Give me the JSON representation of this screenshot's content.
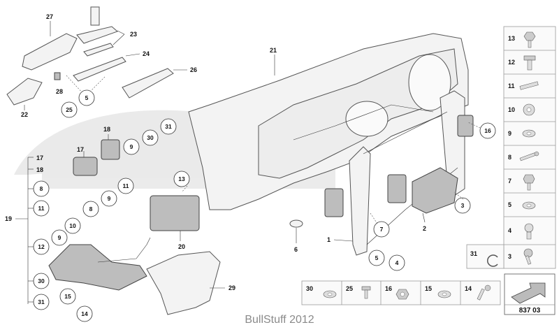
{
  "footer_text": "BullStuff 2012",
  "diagram_code": "837 03",
  "main_labels": {
    "l27": "27",
    "l23": "23",
    "l24": "24",
    "l26": "26",
    "l28": "28",
    "l22": "22",
    "l21": "21",
    "l18": "18",
    "l17": "17",
    "l19": "19",
    "l20": "20",
    "l6": "6",
    "l1": "1",
    "l2": "2",
    "l29": "29"
  },
  "callouts": {
    "c5a": "5",
    "c25": "25",
    "c31a": "31",
    "c30a": "30",
    "c9a": "9",
    "c11a": "11",
    "c13": "13",
    "c9b": "9",
    "c8a": "8",
    "c10": "10",
    "c9c": "9",
    "c16": "16",
    "c3": "3",
    "c7": "7",
    "c5b": "5",
    "c4": "4",
    "c15": "15",
    "c14": "14"
  },
  "left_column": {
    "r17": "17",
    "r18": "18",
    "r8": "8",
    "r11": "11",
    "r12": "12",
    "r30": "30",
    "r31": "31"
  },
  "side_panel": [
    "13",
    "12",
    "11",
    "10",
    "9",
    "8",
    "7",
    "5",
    "4",
    "3"
  ],
  "side_panel_extra": "31",
  "bottom_panel": [
    "30",
    "25",
    "16",
    "15",
    "14"
  ]
}
